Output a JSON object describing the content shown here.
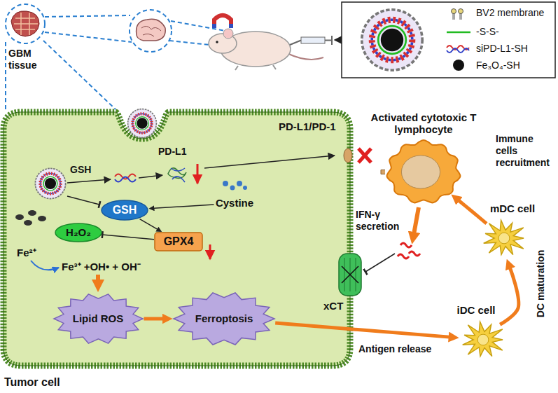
{
  "diagram": {
    "nodes": [
      {
        "text": [
          "GSH"
        ]
      },
      {
        "text": [
          "Cystine"
        ]
      },
      {
        "text": [
          "GPX4"
        ]
      },
      {
        "text": [
          "H₂O₂"
        ]
      },
      {
        "text": [
          "Lipid ROS"
        ]
      },
      {
        "text": [
          "Ferroptosis"
        ]
      },
      {
        "text": [
          "Activated cytotoxic T lymphocyte"
        ]
      },
      {
        "text": [
          "mDC cell"
        ]
      },
      {
        "text": [
          "iDC cell"
        ]
      }
    ],
    "edges": [
      {
        "from": 1,
        "to": 0,
        "arrow": "to"
      },
      {
        "from": 0,
        "to": 2,
        "arrow": "to"
      },
      {
        "from": 2,
        "to": 3,
        "arrow": "to"
      },
      {
        "from": 4,
        "to": 5,
        "arrow": "to"
      },
      {
        "from": 5,
        "to": 8,
        "arrow": "to",
        "label": "Antigen release"
      },
      {
        "from": 8,
        "to": 7,
        "arrow": "to",
        "label": "DC maturation"
      },
      {
        "from": 7,
        "to": 6,
        "arrow": "to",
        "label": "Immune cells recruitment"
      }
    ],
    "labels": [
      "GBM tissue",
      "GSH",
      "PD-L1",
      "PD-L1/PD-1",
      "Fe²⁺",
      "Fe³⁺ +OH• + OH⁻",
      "xCT",
      "IFN-γ secretion",
      "Tumor cell"
    ],
    "legend": [
      {
        "text": "BV2 membrane"
      },
      {
        "text": "-S-S-"
      },
      {
        "text": "siPD-L1-SH"
      },
      {
        "text": "Fe₃O₄-SH"
      }
    ]
  }
}
